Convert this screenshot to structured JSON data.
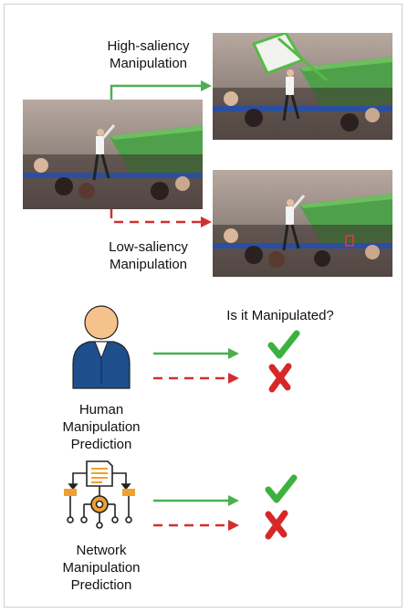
{
  "labels": {
    "high_saliency": [
      "High-saliency",
      "Manipulation"
    ],
    "low_saliency": [
      "Low-saliency",
      "Manipulation"
    ],
    "question": "Is it Manipulated?",
    "human": [
      "Human",
      "Manipulation",
      "Prediction"
    ],
    "network": [
      "Network",
      "Manipulation",
      "Prediction"
    ]
  },
  "icons": {
    "human": "person-icon",
    "network": "network-document-gear-icon",
    "correct": "green-check-icon",
    "wrong": "red-cross-icon",
    "solid_arrow": "green-solid-arrow",
    "dashed_arrow": "red-dashed-arrow",
    "tampered_region": "red-box-marker"
  },
  "colors": {
    "green": "#4caf50",
    "red": "#d32f2f",
    "check_green": "#3db13d",
    "cross_red": "#d62828",
    "person_blue": "#1f4e8c",
    "person_skin": "#f6c28b",
    "icon_orange": "#f0a030"
  }
}
